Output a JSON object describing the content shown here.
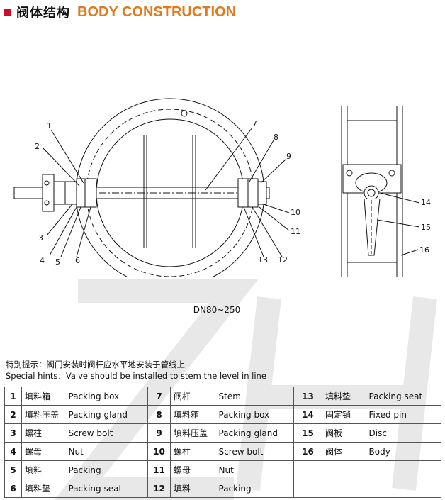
{
  "header": {
    "title_cn": "阀体结构",
    "title_en": "BODY CONSTRUCTION"
  },
  "drawing": {
    "labels": [
      "1",
      "2",
      "3",
      "4",
      "5",
      "6",
      "7",
      "8",
      "9",
      "10",
      "11",
      "12",
      "13",
      "14",
      "15",
      "16"
    ],
    "watermark": "ZH"
  },
  "caption": "DN80~250",
  "hints": {
    "cn": "特别提示：阀门安装时阀杆应水平地安装于管线上",
    "en": "Special hints：Valve should be installed to stem the level in line"
  },
  "parts": [
    {
      "no": "1",
      "cn": "填料箱",
      "en": "Packing box"
    },
    {
      "no": "2",
      "cn": "填料压盖",
      "en": "Packing gland"
    },
    {
      "no": "3",
      "cn": "螺柱",
      "en": "Screw bolt"
    },
    {
      "no": "4",
      "cn": "螺母",
      "en": "Nut"
    },
    {
      "no": "5",
      "cn": "填料",
      "en": "Packing"
    },
    {
      "no": "6",
      "cn": "填料垫",
      "en": "Packing seat"
    },
    {
      "no": "7",
      "cn": "阀杆",
      "en": "Stem"
    },
    {
      "no": "8",
      "cn": "填料箱",
      "en": "Packing box"
    },
    {
      "no": "9",
      "cn": "填料压盖",
      "en": "Packing gland"
    },
    {
      "no": "10",
      "cn": "螺柱",
      "en": "Screw bolt"
    },
    {
      "no": "11",
      "cn": "螺母",
      "en": "Nut"
    },
    {
      "no": "12",
      "cn": "填料",
      "en": "Packing"
    },
    {
      "no": "13",
      "cn": "填料垫",
      "en": "Packing seat"
    },
    {
      "no": "14",
      "cn": "固定销",
      "en": "Fixed pin"
    },
    {
      "no": "15",
      "cn": "阀板",
      "en": "Disc"
    },
    {
      "no": "16",
      "cn": "阀体",
      "en": "Body"
    }
  ]
}
